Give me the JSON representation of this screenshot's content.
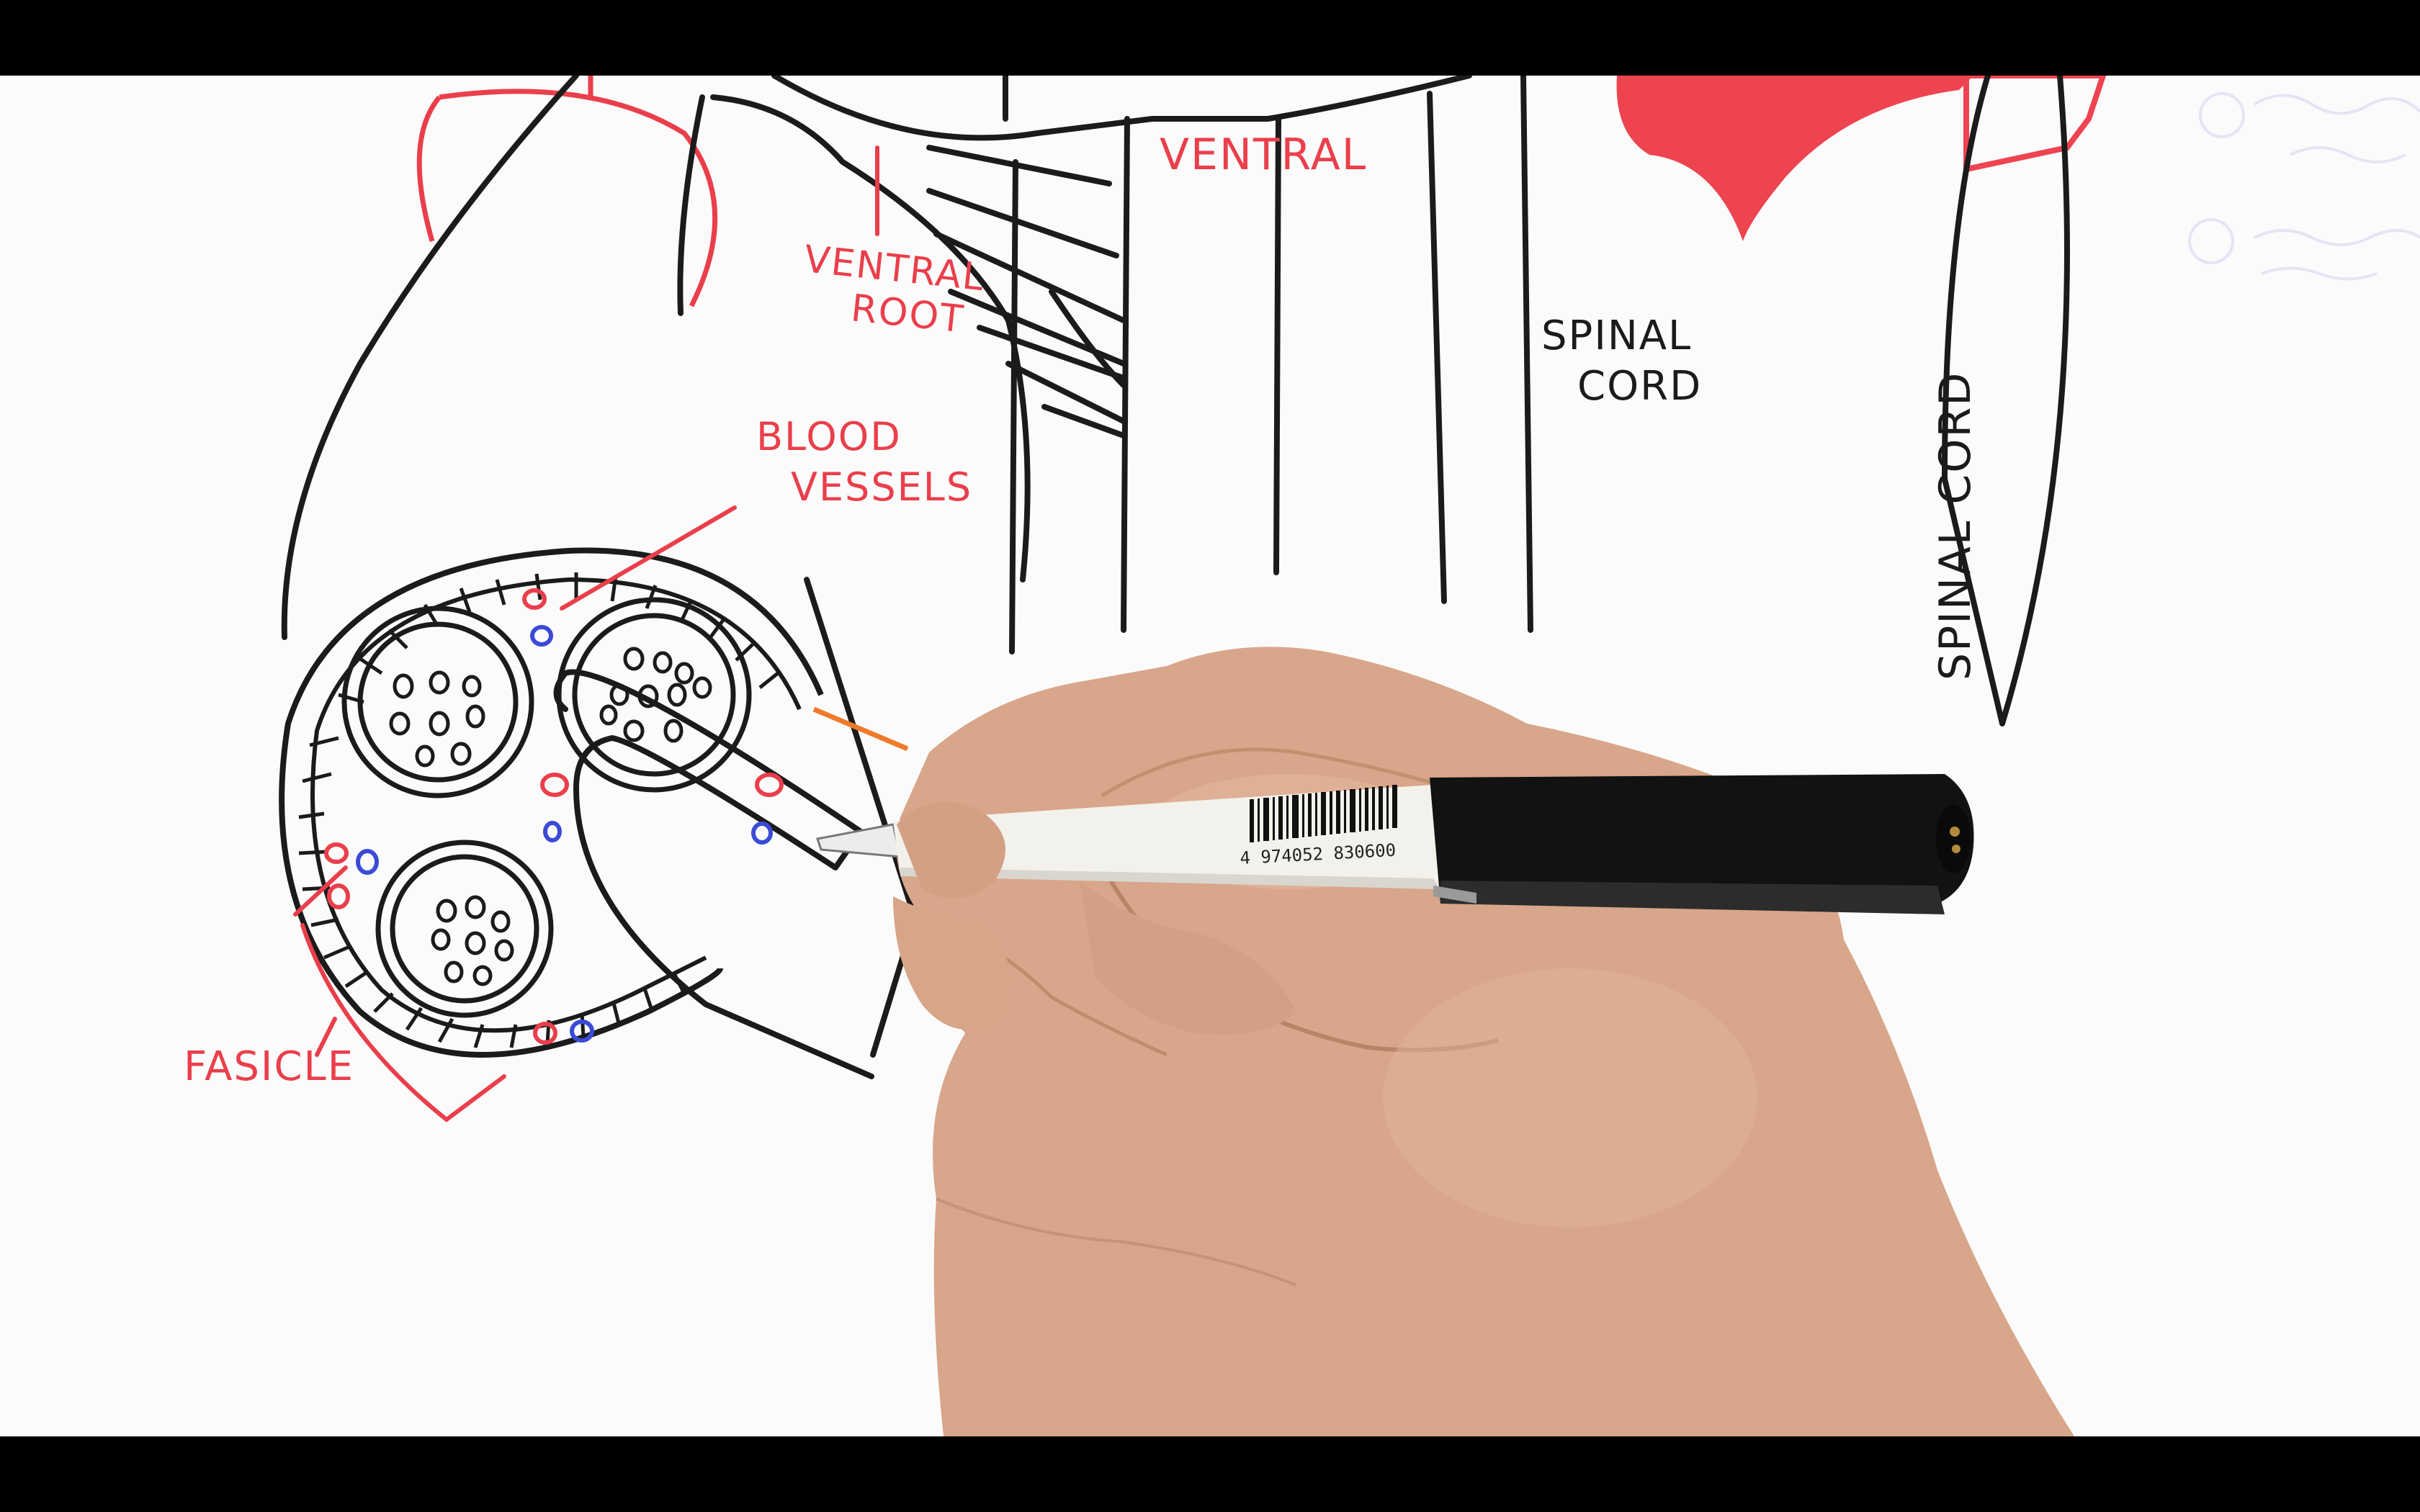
{
  "scene": {
    "description_free": true,
    "colors": {
      "ink_black": "#1b1b1b",
      "ink_red": "#ea3f4b",
      "ink_blue": "#3b4bd6",
      "ink_orange": "#ee7a2a",
      "board": "#fbfbfb",
      "skin": "#d9a98a",
      "pen_body": "#f2f0ea",
      "pen_cap": "#111111"
    },
    "icons": [
      "hand-icon",
      "marker-pen-icon"
    ]
  },
  "labels": {
    "ventral": "VENTRAL",
    "ventral_root_line1": "VENTRAL",
    "ventral_root_line2": "ROOT",
    "blood_vessels_line1": "BLOOD",
    "blood_vessels_line2": "VESSELS",
    "spinal_cord_line1": "SPINAL",
    "spinal_cord_line2": "CORD",
    "spinal_cord_vertical": "SPINAL CORD",
    "fasicle": "FASICLE"
  },
  "pen": {
    "barcode_text": "4 974052 830600"
  }
}
